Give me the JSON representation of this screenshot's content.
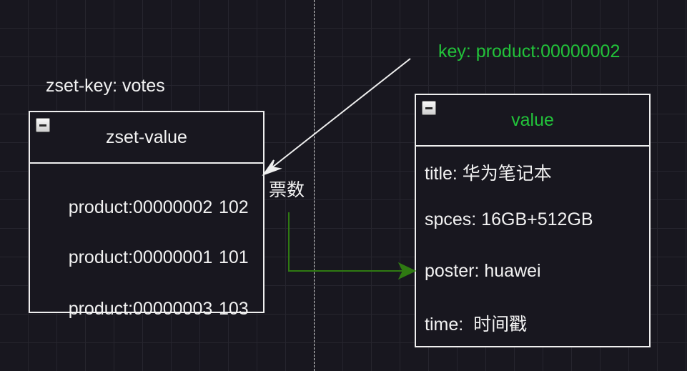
{
  "colors": {
    "background": "#18171f",
    "grid": "#26252e",
    "stroke": "#efefef",
    "accent_green": "#22c33a",
    "arrow_green": "#2f7a12"
  },
  "labels": {
    "zset_key": "zset-key: votes",
    "hash_key": "key: product:00000002",
    "votes_label": "票数"
  },
  "zset_table": {
    "header": "zset-value",
    "collapse_icon": "minus-square-icon",
    "rows": [
      {
        "member": "product:00000002",
        "score": "102"
      },
      {
        "member": "product:00000001",
        "score": "101"
      },
      {
        "member": "product:00000003",
        "score": "103"
      }
    ]
  },
  "hash_table": {
    "header": "value",
    "collapse_icon": "minus-square-icon",
    "fields": [
      {
        "text": "title: 华为笔记本"
      },
      {
        "text": "spces: 16GB+512GB"
      },
      {
        "text": "poster: huawei"
      },
      {
        "text": "time:  时间戳"
      }
    ]
  }
}
